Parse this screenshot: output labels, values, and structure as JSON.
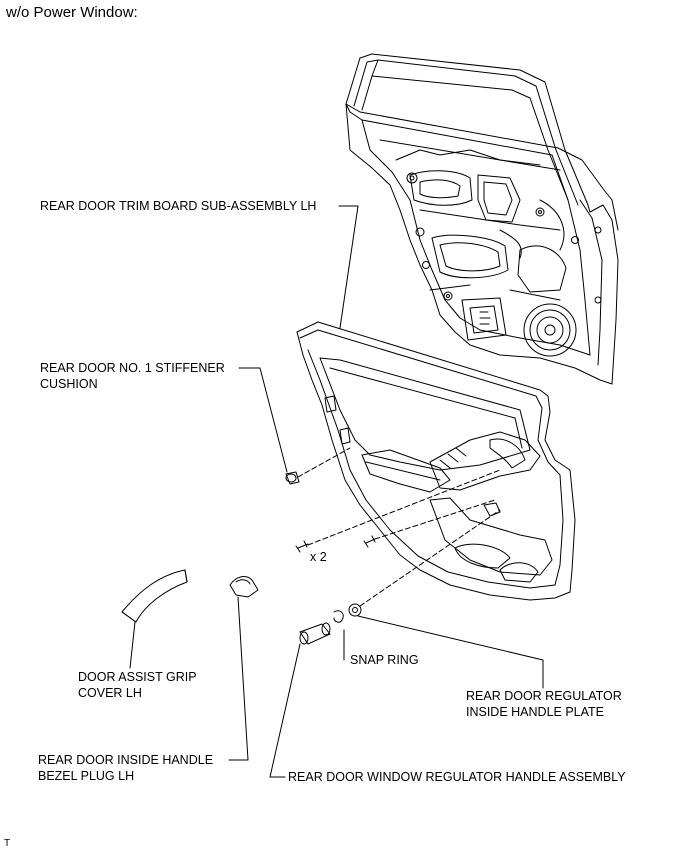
{
  "header": {
    "title": "w/o Power Window:"
  },
  "labels": {
    "trim_board": "REAR DOOR TRIM BOARD SUB-ASSEMBLY LH",
    "stiffener_line1": "REAR DOOR NO. 1 STIFFENER",
    "stiffener_line2": "CUSHION",
    "qty": "x 2",
    "grip_cover_line1": "DOOR ASSIST GRIP",
    "grip_cover_line2": "COVER LH",
    "snap_ring": "SNAP RING",
    "handle_plate_line1": "REAR DOOR REGULATOR",
    "handle_plate_line2": "INSIDE HANDLE PLATE",
    "bezel_plug_line1": "REAR DOOR INSIDE HANDLE",
    "bezel_plug_line2": "BEZEL PLUG LH",
    "regulator_handle": "REAR DOOR WINDOW REGULATOR HANDLE ASSEMBLY"
  },
  "footer": {
    "code": "T"
  }
}
